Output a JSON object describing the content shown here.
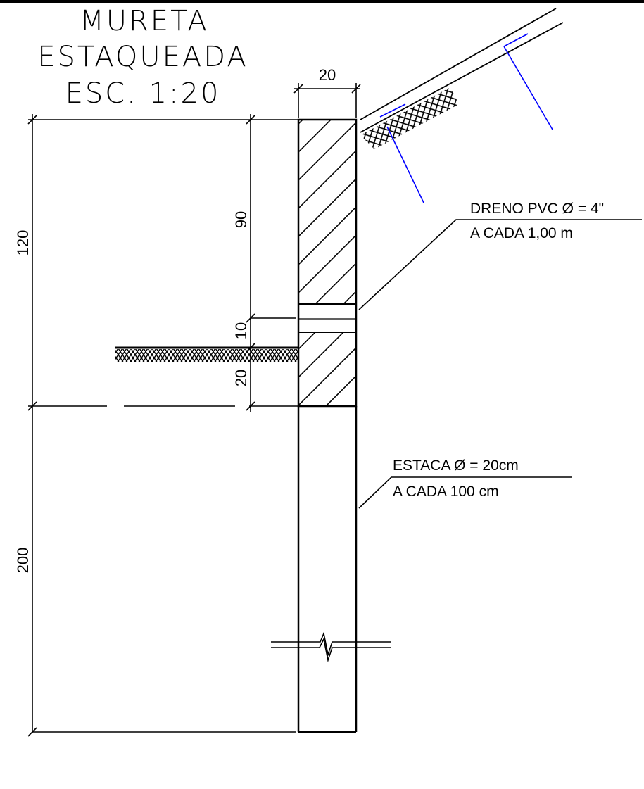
{
  "title": {
    "line1": "MURETA",
    "line2": "ESTAQUEADA",
    "scale": "ESC. 1:20"
  },
  "dimensions": {
    "width_top": "20",
    "height_total_wall": "120",
    "height_upper": "90",
    "height_drain": "10",
    "height_lower": "20",
    "height_pile": "200"
  },
  "annotations": {
    "drain_line1": "DRENO PVC Ø = 4\"",
    "drain_line2": "A CADA 1,00 m",
    "pile_line1": "ESTACA Ø = 20cm",
    "pile_line2": "A CADA 100 cm"
  },
  "colors": {
    "lines": "#000000",
    "accent_lines": "#0000ff"
  }
}
